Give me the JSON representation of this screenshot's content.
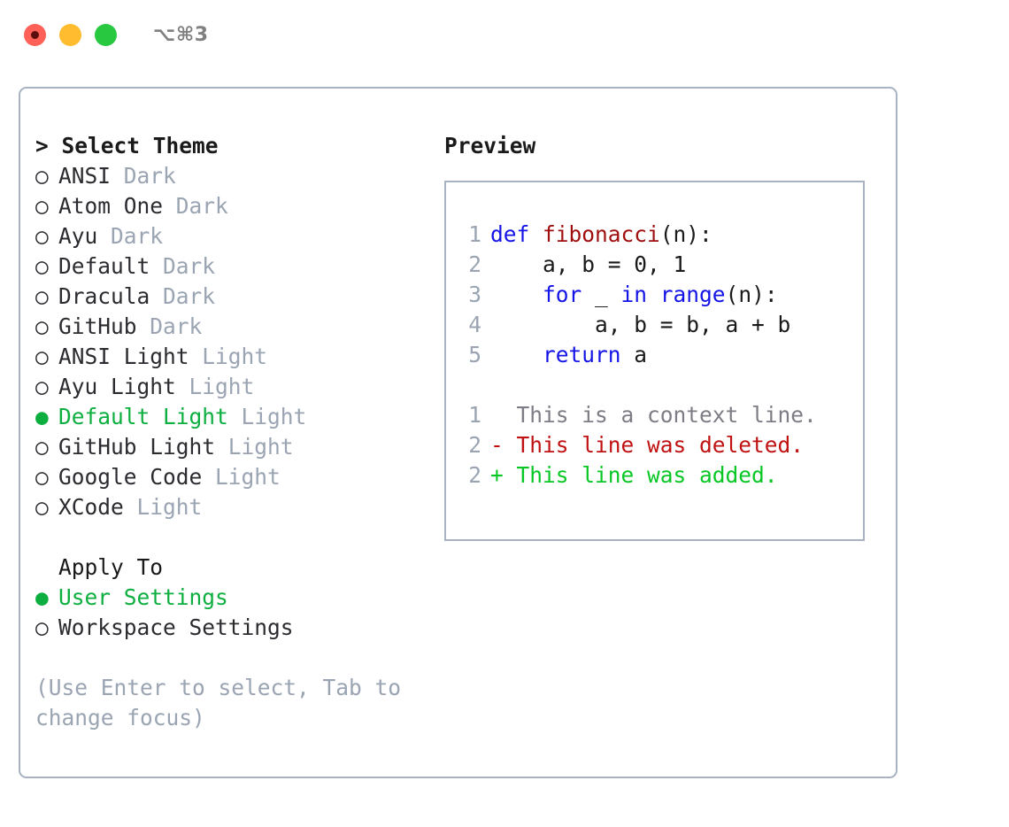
{
  "titlebar": {
    "shortcut": "⌥⌘3",
    "buttons": [
      {
        "name": "close",
        "color": "#ff6058"
      },
      {
        "name": "minimize",
        "color": "#febc2e"
      },
      {
        "name": "maximize",
        "color": "#28c840"
      }
    ]
  },
  "theme_picker": {
    "header_prompt": "> ",
    "header": "Select Theme",
    "marker_selected": "● ",
    "marker_unselected": "○ ",
    "items": [
      {
        "marker": "○ ",
        "label": "ANSI",
        "category": " Dark",
        "selected": false
      },
      {
        "marker": "○ ",
        "label": "Atom One",
        "category": " Dark",
        "selected": false
      },
      {
        "marker": "○ ",
        "label": "Ayu",
        "category": " Dark",
        "selected": false
      },
      {
        "marker": "○ ",
        "label": "Default",
        "category": " Dark",
        "selected": false
      },
      {
        "marker": "○ ",
        "label": "Dracula",
        "category": " Dark",
        "selected": false
      },
      {
        "marker": "○ ",
        "label": "GitHub",
        "category": " Dark",
        "selected": false
      },
      {
        "marker": "○ ",
        "label": "ANSI Light",
        "category": " Light",
        "selected": false
      },
      {
        "marker": "○ ",
        "label": "Ayu Light",
        "category": " Light",
        "selected": false
      },
      {
        "marker": "● ",
        "label": "Default Light",
        "category": " Light",
        "selected": true
      },
      {
        "marker": "○ ",
        "label": "GitHub Light",
        "category": " Light",
        "selected": false
      },
      {
        "marker": "○ ",
        "label": "Google Code",
        "category": " Light",
        "selected": false
      },
      {
        "marker": "○ ",
        "label": "XCode",
        "category": " Light",
        "selected": false
      }
    ]
  },
  "apply_to": {
    "header": "Apply To",
    "options": [
      {
        "marker": "● ",
        "label": "User Settings",
        "selected": true
      },
      {
        "marker": "○ ",
        "label": "Workspace Settings",
        "selected": false
      }
    ]
  },
  "hint": "(Use Enter to select, Tab to change focus)",
  "preview": {
    "title": "Preview",
    "code_lines": [
      {
        "num": "1",
        "tokens": [
          {
            "t": "def ",
            "c": "kw"
          },
          {
            "t": "fibonacci",
            "c": "fn"
          },
          {
            "t": "(n):",
            "c": "pl"
          }
        ]
      },
      {
        "num": "2",
        "tokens": [
          {
            "t": "    a, b = 0, 1",
            "c": "pl"
          }
        ]
      },
      {
        "num": "3",
        "tokens": [
          {
            "t": "    ",
            "c": "pl"
          },
          {
            "t": "for",
            "c": "kw"
          },
          {
            "t": " _ ",
            "c": "pl"
          },
          {
            "t": "in range",
            "c": "kw"
          },
          {
            "t": "(n):",
            "c": "pl"
          }
        ]
      },
      {
        "num": "4",
        "tokens": [
          {
            "t": "        a, b = b, a + b",
            "c": "pl"
          }
        ]
      },
      {
        "num": "5",
        "tokens": [
          {
            "t": "    ",
            "c": "pl"
          },
          {
            "t": "return",
            "c": "kw"
          },
          {
            "t": " a",
            "c": "pl"
          }
        ]
      }
    ],
    "diff_lines": [
      {
        "num": "1",
        "sign": "  ",
        "text": "This is a context line.",
        "kind": "ctx"
      },
      {
        "num": "2",
        "sign": "- ",
        "text": "This line was deleted.",
        "kind": "del"
      },
      {
        "num": "2",
        "sign": "+ ",
        "text": "This line was added.",
        "kind": "add"
      }
    ]
  },
  "colors": {
    "accent_green": "#0caf3f",
    "muted": "#9aa4b2",
    "border": "#a8b2c0",
    "keyword_blue": "#1414e6",
    "function_red": "#a01010",
    "diff_added": "#06c724",
    "diff_deleted": "#c01212"
  }
}
